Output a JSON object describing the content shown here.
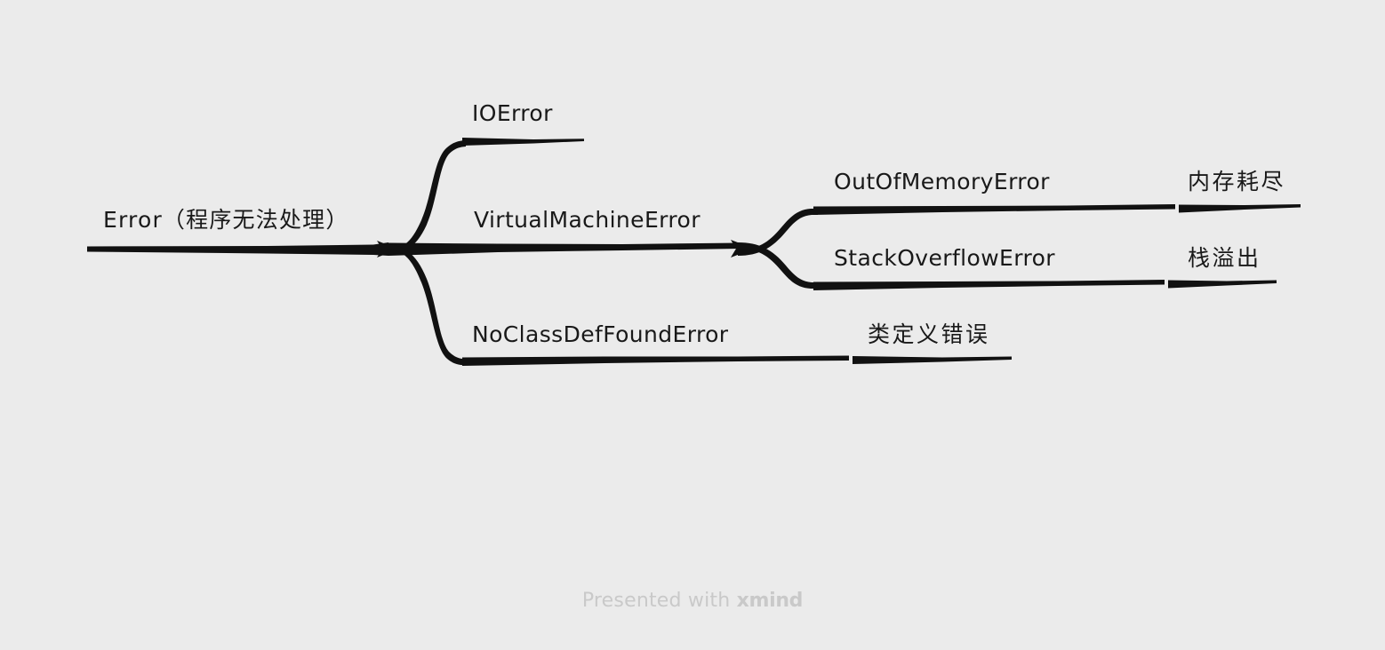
{
  "app": {
    "type": "mindmap",
    "background_color": "#ebebeb",
    "text_color": "#191919",
    "branch_color": "#111111"
  },
  "watermark": {
    "prefix": "Presented with ",
    "brand": "xmind",
    "color": "#c9c9c9"
  },
  "mindmap": {
    "root": {
      "label": "Error（程序无法处理）"
    },
    "nodes": {
      "ioerror": "IOError",
      "virtualmachineerror": "VirtualMachineError",
      "noclassdeffounderror": "NoClassDefFoundError",
      "outofmemoryerror": "OutOfMemoryError",
      "stackoverflowerror": "StackOverflowError",
      "memory_exhausted": "内存耗尽",
      "stack_overflow": "栈溢出",
      "class_definition_error": "类定义错误"
    },
    "tree": [
      {
        "label": "Error（程序无法处理）",
        "children": [
          {
            "label": "IOError",
            "children": []
          },
          {
            "label": "VirtualMachineError",
            "children": [
              {
                "label": "OutOfMemoryError",
                "children": [
                  {
                    "label": "内存耗尽",
                    "children": []
                  }
                ]
              },
              {
                "label": "StackOverflowError",
                "children": [
                  {
                    "label": "栈溢出",
                    "children": []
                  }
                ]
              }
            ]
          },
          {
            "label": "NoClassDefFoundError",
            "children": [
              {
                "label": "类定义错误",
                "children": []
              }
            ]
          }
        ]
      }
    ]
  }
}
